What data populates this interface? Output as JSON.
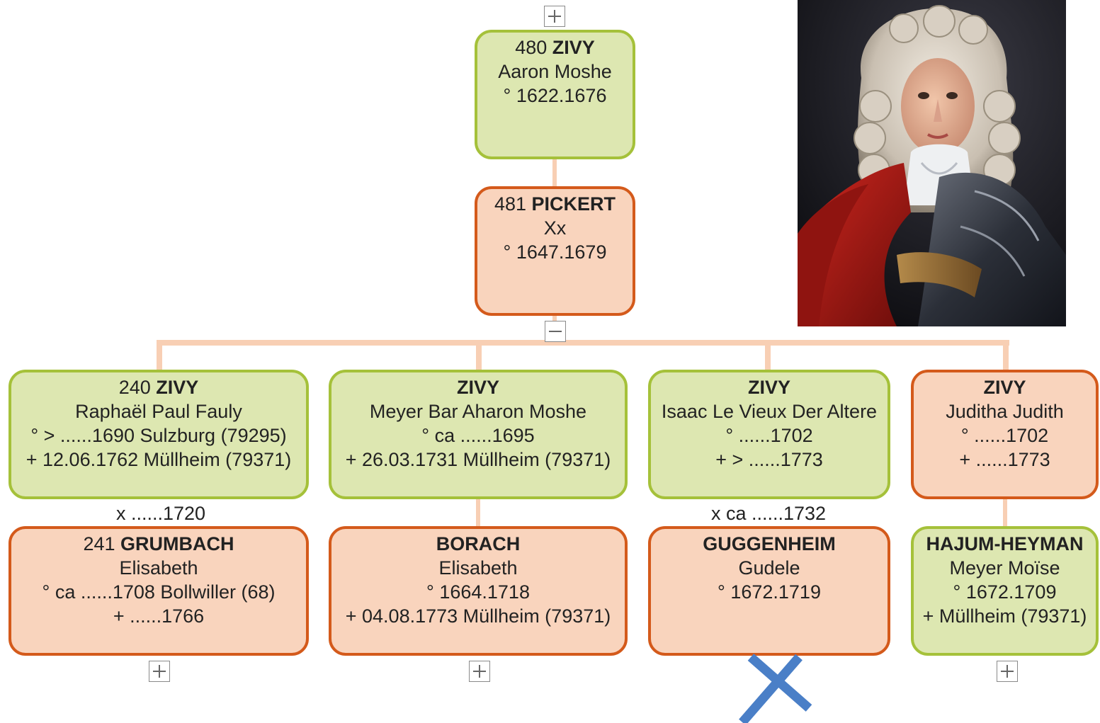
{
  "top_toggle": "+",
  "p480": {
    "num": "480",
    "surname": "ZIVY",
    "given": "Aaron Moshe",
    "dates": "° 1622.1676"
  },
  "p481": {
    "num": "481",
    "surname": "PICKERT",
    "given": "Xx",
    "dates": "° 1647.1679"
  },
  "mid_toggle": "−",
  "children": [
    {
      "num": "240",
      "surname": "ZIVY",
      "given": "Raphaël Paul Fauly",
      "birth": "° > ......1690 Sulzburg (79295)",
      "death": "+ 12.06.1762 Müllheim (79371)"
    },
    {
      "num": "",
      "surname": "ZIVY",
      "given": "Meyer Bar Aharon Moshe",
      "birth": "° ca ......1695",
      "death": "+ 26.03.1731 Müllheim (79371)"
    },
    {
      "num": "",
      "surname": "ZIVY",
      "given": "Isaac Le Vieux Der Altere",
      "birth": "° ......1702",
      "death": "+ > ......1773"
    },
    {
      "num": "",
      "surname": "ZIVY",
      "given": "Juditha Judith",
      "birth": "° ......1702",
      "death": "+ ......1773"
    }
  ],
  "marriages": [
    {
      "text": "x ......1720"
    },
    {
      "text": "x ca ......1732"
    }
  ],
  "spouses": [
    {
      "num": "241",
      "surname": "GRUMBACH",
      "given": "Elisabeth",
      "birth": "° ca ......1708 Bollwiller (68)",
      "death": "+ ......1766"
    },
    {
      "num": "",
      "surname": "BORACH",
      "given": "Elisabeth",
      "birth": "° 1664.1718",
      "death": "+ 04.08.1773 Müllheim (79371)"
    },
    {
      "num": "",
      "surname": "GUGGENHEIM",
      "given": "Gudele",
      "birth": "° 1672.1719",
      "death": ""
    },
    {
      "num": "",
      "surname": "HAJUM-HEYMAN",
      "given": "Meyer Moïse",
      "birth": "° 1672.1709",
      "death": "+ Müllheim (79371)"
    }
  ],
  "colors": {
    "male_fill": "#dde7b1",
    "male_border": "#a5c13a",
    "female_fill": "#f9d4bd",
    "female_border": "#d45a1b",
    "connector": "#f8cfb4",
    "cross_mark": "#4a7fc7"
  },
  "icons": {
    "expand": "plus-box-icon",
    "collapse": "minus-box-icon",
    "delete": "cross-mark-icon"
  }
}
